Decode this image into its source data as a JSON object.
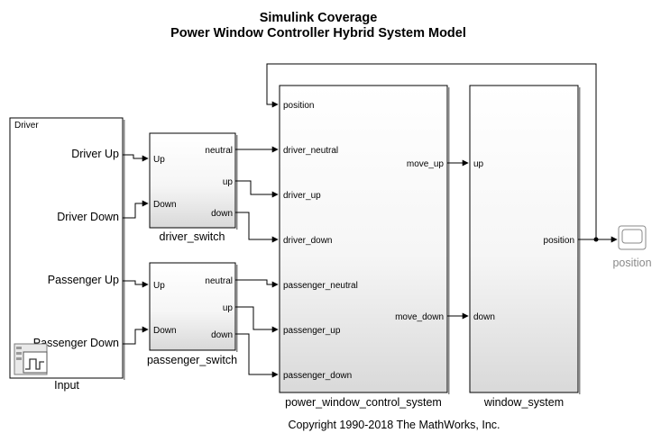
{
  "title": {
    "line1": "Simulink Coverage",
    "line2": "Power Window Controller Hybrid System Model"
  },
  "copyright": "Copyright 1990-2018 The MathWorks, Inc.",
  "input_block": {
    "name": "Input",
    "header": "Driver",
    "signals": [
      "Driver Up",
      "Driver Down",
      "Passenger Up",
      "Passenger Down"
    ],
    "icon": "signal-editor-icon"
  },
  "driver_switch": {
    "name": "driver_switch",
    "inputs": [
      "Up",
      "Down"
    ],
    "outputs": [
      "neutral",
      "up",
      "down"
    ]
  },
  "passenger_switch": {
    "name": "passenger_switch",
    "inputs": [
      "Up",
      "Down"
    ],
    "outputs": [
      "neutral",
      "up",
      "down"
    ]
  },
  "power_window_control_system": {
    "name": "power_window_control_system",
    "inputs": [
      "position",
      "driver_neutral",
      "driver_up",
      "driver_down",
      "passenger_neutral",
      "passenger_up",
      "passenger_down"
    ],
    "outputs": [
      "move_up",
      "move_down"
    ]
  },
  "window_system": {
    "name": "window_system",
    "inputs": [
      "up",
      "down"
    ],
    "outputs": [
      "position"
    ]
  },
  "scope": {
    "name": "position",
    "icon": "scope-icon"
  },
  "colors": {
    "block_gradient_top": "#ffffff",
    "block_gradient_bottom": "#d9d9d9",
    "scope_label": "#8a8a8a"
  }
}
